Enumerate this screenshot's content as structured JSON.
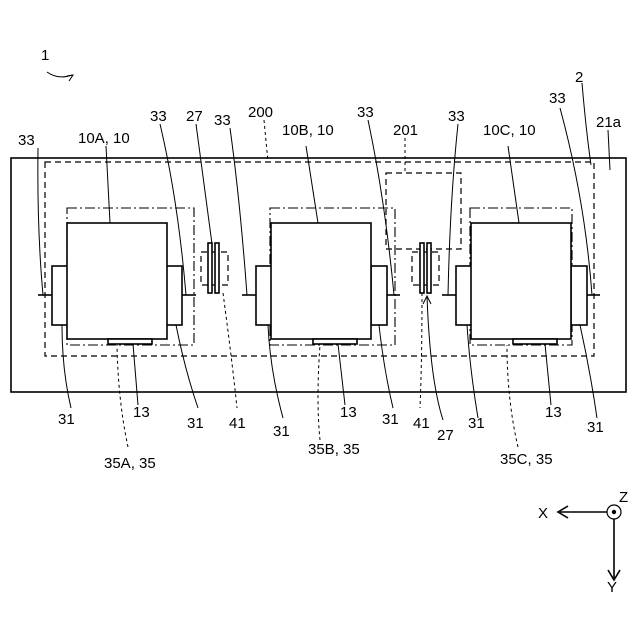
{
  "labels": {
    "device": "1",
    "housing": "2",
    "surface": "21a",
    "group_region": "200",
    "region_201": "201",
    "unit_a": "10A, 10",
    "unit_b": "10B, 10",
    "unit_c": "10C, 10",
    "terminal": "33",
    "spacer": "27",
    "support": "31",
    "bottom_part": "13",
    "connector": "41",
    "zone_a": "35A, 35",
    "zone_b": "35B, 35",
    "zone_c": "35C, 35"
  },
  "axes": {
    "x": "X",
    "y": "Y",
    "z": "Z"
  }
}
